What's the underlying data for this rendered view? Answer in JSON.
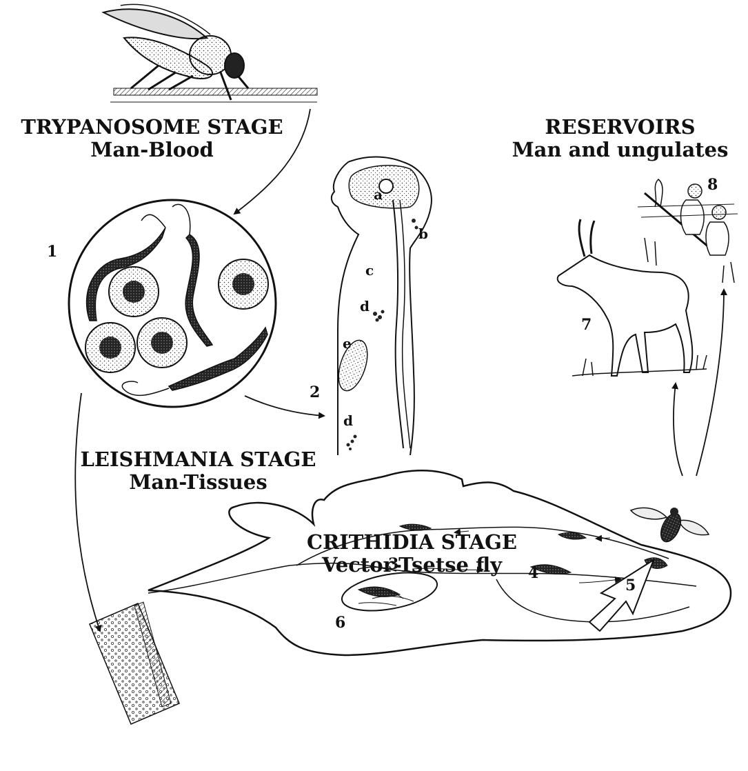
{
  "stages": {
    "trypanosome": {
      "title": "TRYPANOSOME STAGE",
      "subtitle": "Man-Blood"
    },
    "reservoirs": {
      "title": "RESERVOIRS",
      "subtitle": "Man and ungulates"
    },
    "leishmania": {
      "title": "LEISHMANIA STAGE",
      "subtitle": "Man-Tissues"
    },
    "crithidia": {
      "title": "CRITHIDIA STAGE",
      "subtitle": "Vector-Tsetse fly"
    }
  },
  "numbers": [
    "1",
    "2",
    "3",
    "4",
    "5",
    "6",
    "7",
    "8"
  ],
  "body_letters": [
    "a",
    "b",
    "c",
    "d",
    "e",
    "d"
  ],
  "icons": {
    "tsetse_fly_feeding": "tsetse-fly-feeding-icon",
    "blood_smear": "blood-smear-icon",
    "human_body": "human-body-icon",
    "antelope": "antelope-icon",
    "people": "people-icon",
    "flying_fly": "flying-fly-icon",
    "fly_gut": "fly-gut-icon"
  }
}
